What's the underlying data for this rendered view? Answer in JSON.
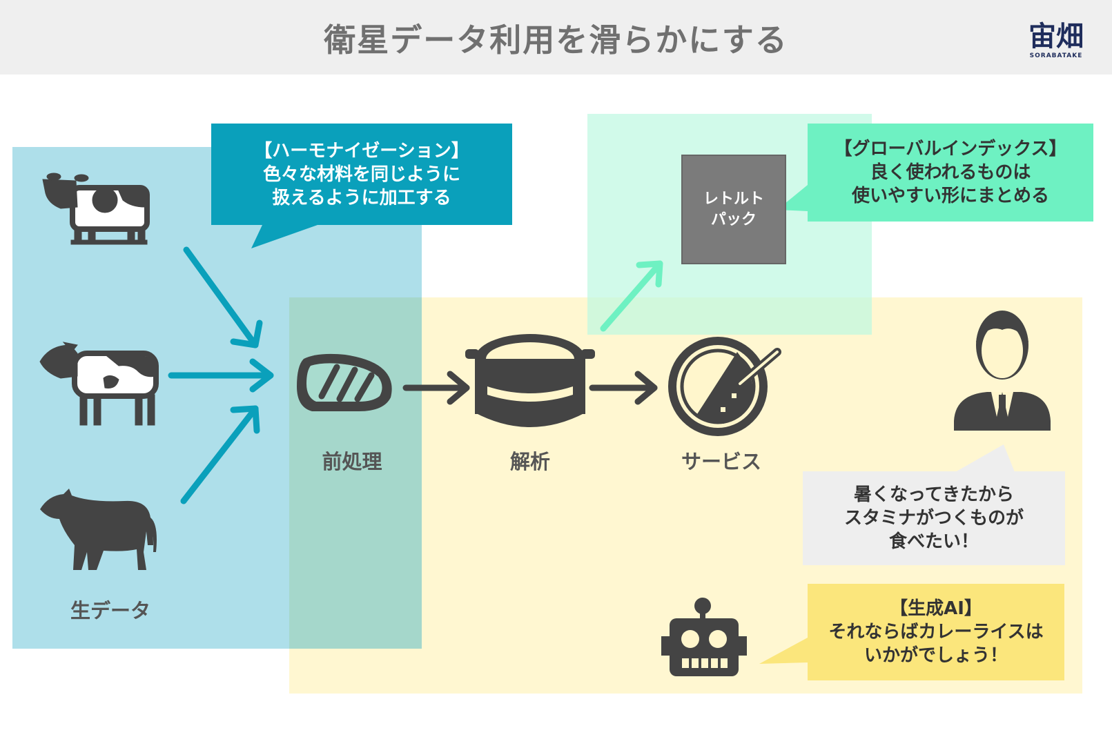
{
  "header": {
    "title": "衛星データ利用を滑らかにする",
    "logo_main": "宙畑",
    "logo_sub": "SORABATAKE"
  },
  "labels": {
    "raw_data": "生データ",
    "preprocess": "前処理",
    "analysis": "解析",
    "service": "サービス"
  },
  "bubbles": {
    "harmonization": "【ハーモナイゼーション】\n色々な材料を同じように\n扱えるように加工する",
    "global_index": "【グローバルインデックス】\n良く使われるものは\n使いやすい形にまとめる",
    "user_request": "暑くなってきたから\nスタミナがつくものが\n食べたい！",
    "genai": "【生成AI】\nそれならばカレーライスは\nいかがでしょう！"
  },
  "retort_pack": "レトルト\nパック",
  "colors": {
    "header_bg": "#efefef",
    "title": "#707070",
    "blue_region": "#aedfea",
    "yellow_region": "#fff6cc",
    "green_region": "#bef8e1",
    "teal_arrow": "#0aa0bb",
    "mint_arrow": "#6ef1c2",
    "dark_icon": "#444444"
  }
}
